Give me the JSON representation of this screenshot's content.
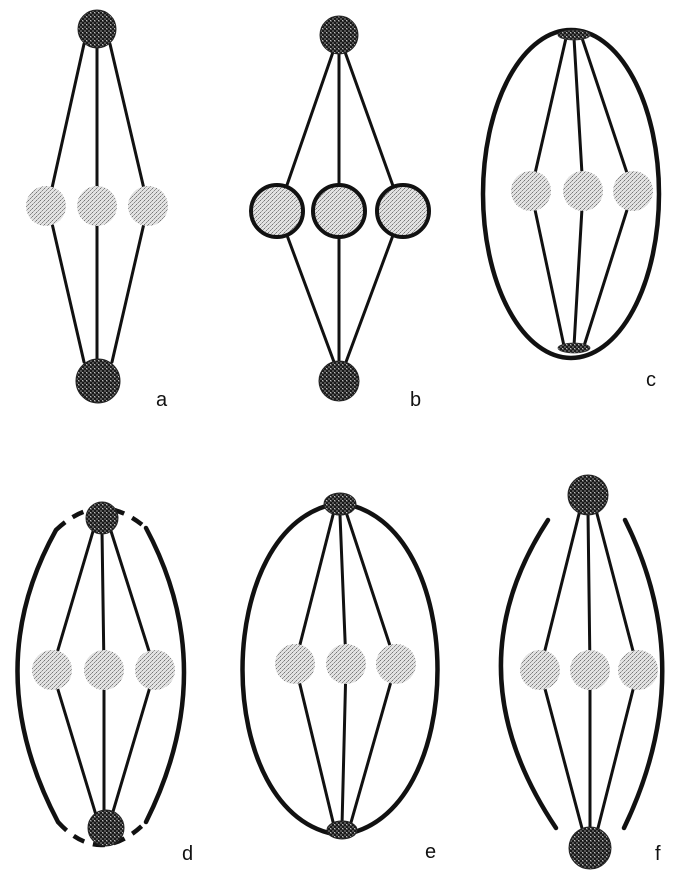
{
  "figure": {
    "panels": [
      {
        "id": "a",
        "label": "a"
      },
      {
        "id": "b",
        "label": "b"
      },
      {
        "id": "c",
        "label": "c"
      },
      {
        "id": "d",
        "label": "d"
      },
      {
        "id": "e",
        "label": "e"
      },
      {
        "id": "f",
        "label": "f"
      }
    ],
    "colors": {
      "line": "#111111",
      "pole_fill": "#3a3a3a",
      "chromosome_fill": "#cfcfcf",
      "background": "#ffffff"
    }
  }
}
